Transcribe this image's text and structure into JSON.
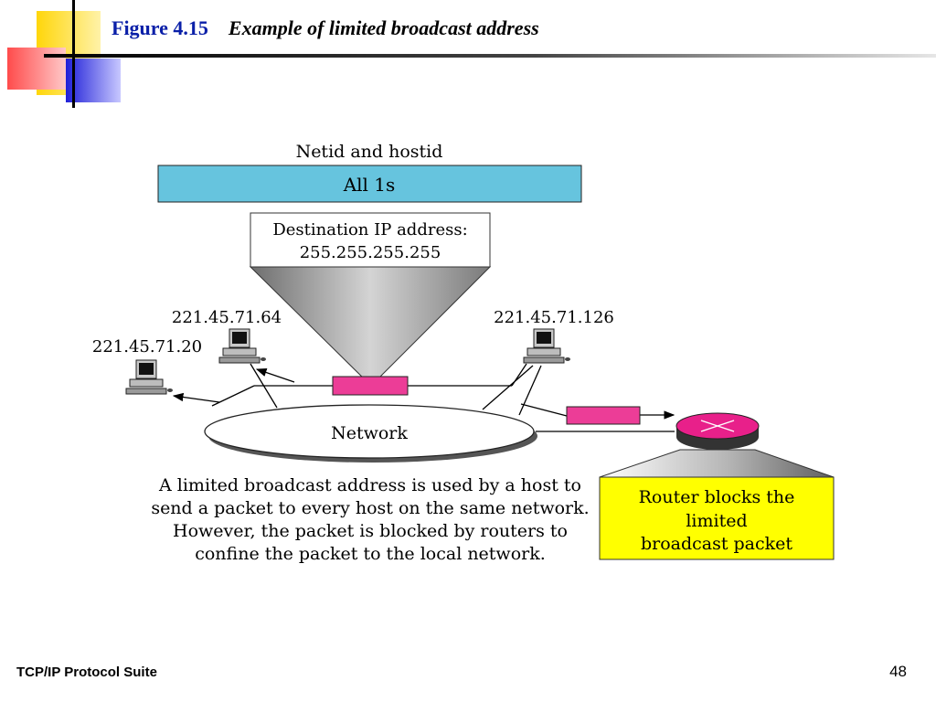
{
  "slide": {
    "figure_number": "Figure 4.15",
    "figure_caption": "Example of limited broadcast address",
    "footer_left": "TCP/IP Protocol Suite",
    "page_number": "48"
  },
  "diagram": {
    "field_label": "Netid and hostid",
    "field_value": "All 1s",
    "dest_line1": "Destination IP address:",
    "dest_line2": "255.255.255.255",
    "host_left_top": "221.45.71.64",
    "host_left": "221.45.71.20",
    "host_right": "221.45.71.126",
    "network_label": "Network",
    "description": [
      "A limited broadcast address is used by a host to",
      "send a packet to every host on the same network.",
      "However, the packet is blocked by routers to",
      "confine the packet to the local network."
    ],
    "router_note": [
      "Router blocks the",
      "limited",
      "broadcast packet"
    ]
  },
  "colors": {
    "title_blue": "#0a1fa8",
    "field_fill": "#66c4de",
    "packet_pink": "#ec3d97",
    "router_pink": "#e8208a",
    "note_yellow": "#ffff00"
  }
}
